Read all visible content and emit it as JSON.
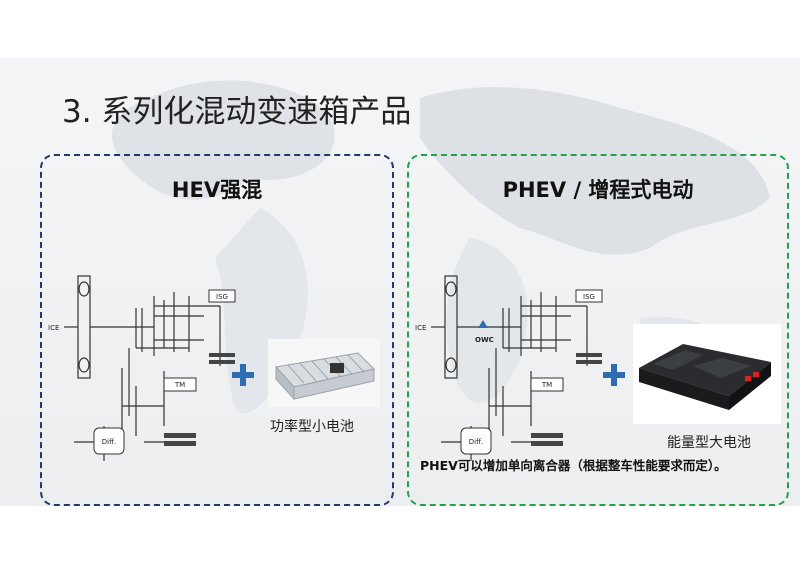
{
  "slide": {
    "title": "3. 系列化混动变速箱产品",
    "footnote": "PHEV可以增加单向离合器（根据整车性能要求而定）。"
  },
  "panels": {
    "hev": {
      "title": "HEV强混",
      "battery_caption": "功率型小电池",
      "diagram_labels": {
        "ice": "ICE",
        "isg": "ISG",
        "tm": "TM",
        "diff": "Diff."
      }
    },
    "phev": {
      "title": "PHEV / 增程式电动",
      "battery_caption": "能量型大电池",
      "diagram_labels": {
        "ice": "ICE",
        "isg": "ISG",
        "tm": "TM",
        "diff": "Diff.",
        "owc": "OWC"
      }
    }
  },
  "colors": {
    "hev_border": "#1f3a6b",
    "phev_border": "#22a24a",
    "plus": "#2f6db3"
  }
}
